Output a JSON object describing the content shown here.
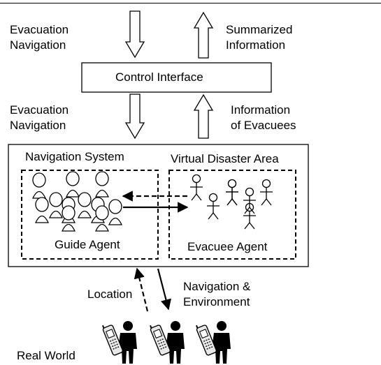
{
  "labels": {
    "evac_nav_top_1": "Evacuation",
    "evac_nav_top_2": "Navigation",
    "summarized_1": "Summarized",
    "summarized_2": "Information",
    "control_interface": "Control  Interface",
    "evac_nav_mid_1": "Evacuation",
    "evac_nav_mid_2": "Navigation",
    "info_evac_1": "Information",
    "info_evac_2": "of Evacuees",
    "navigation_system": "Navigation System",
    "virtual_disaster_area": "Virtual Disaster Area",
    "guide_agent": "Guide Agent",
    "evacuee_agent": "Evacuee Agent",
    "location": "Location",
    "nav_env_1": "Navigation &",
    "nav_env_2": "Environment",
    "real_world": "Real World"
  }
}
